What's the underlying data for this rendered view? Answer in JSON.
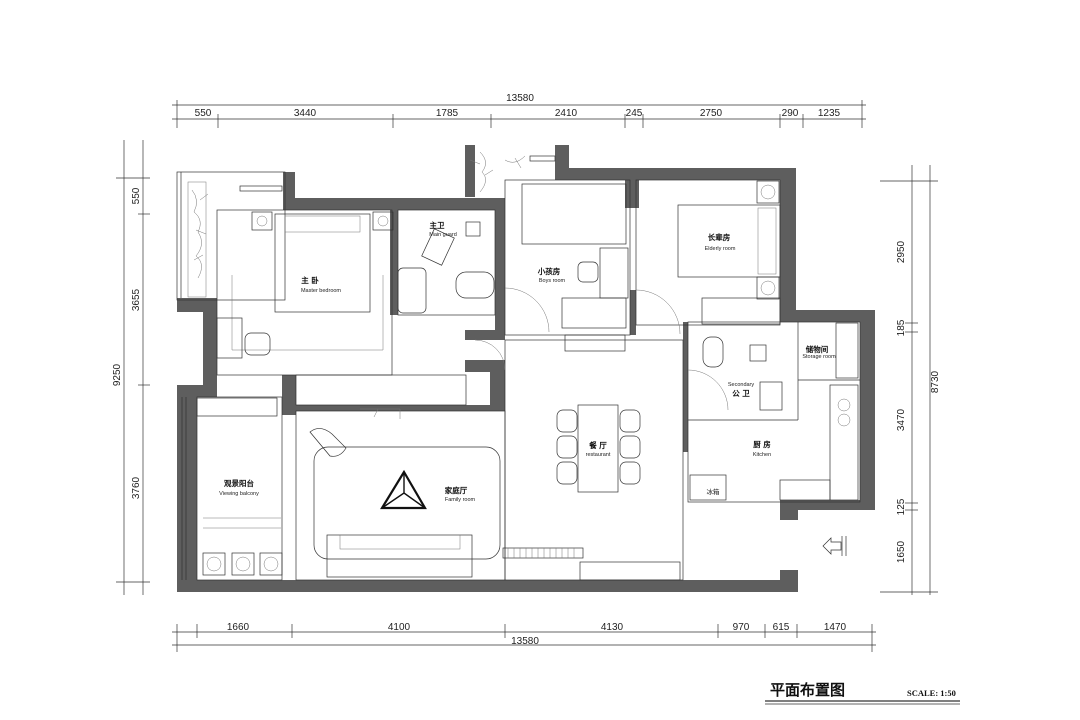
{
  "top_dims": {
    "total": "13580",
    "segments": [
      "550",
      "3440",
      "1785",
      "2410",
      "245",
      "2750",
      "290",
      "1235"
    ]
  },
  "bottom_dims": {
    "total": "13580",
    "segments": [
      "1660",
      "4100",
      "4130",
      "970",
      "615",
      "1470"
    ]
  },
  "left_dims": {
    "total": "9250",
    "segments": [
      "550",
      "3655",
      "3760"
    ]
  },
  "right_dims": {
    "total": "8730",
    "segments": [
      "2950",
      "185",
      "3470",
      "125",
      "1650"
    ]
  },
  "rooms": {
    "master_bedroom": {
      "cn": "主 卧",
      "en": "Master bedroom"
    },
    "main_guard": {
      "cn": "主卫",
      "en": "Main guard"
    },
    "boys_room": {
      "cn": "小孩房",
      "en": "Boys  room"
    },
    "elderly_room": {
      "cn": "长辈房",
      "en": "Elderly room"
    },
    "storage_room": {
      "cn": "储物间",
      "en": "Storage room"
    },
    "secondary_guard": {
      "cn": "公 卫",
      "en": "Secondary"
    },
    "restaurant": {
      "cn": "餐 厅",
      "en": "restaurant"
    },
    "kitchen": {
      "cn": "厨 房",
      "en": "Kitchen"
    },
    "family_room": {
      "cn": "家庭厅",
      "en": "Family room"
    },
    "viewing_balcony": {
      "cn": "观景阳台",
      "en": "Viewing balcony"
    },
    "fridge": {
      "cn": "冰箱"
    }
  },
  "title": "平面布置图",
  "scale_label": "SCALE: 1:50"
}
